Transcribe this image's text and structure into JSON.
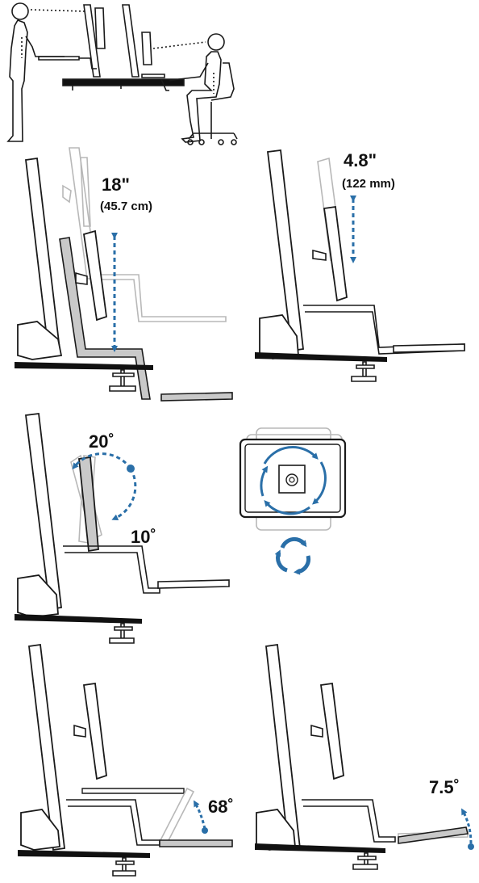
{
  "panels": {
    "height_range": {
      "value": "18\"",
      "metric": "(45.7 cm)"
    },
    "monitor_height": {
      "value": "4.8\"",
      "metric": "(122 mm)"
    },
    "monitor_tilt": {
      "up": "20˚",
      "down": "10˚"
    },
    "keyboard_tilt_up": {
      "value": "68˚"
    },
    "keyboard_tilt_down": {
      "value": "7.5˚"
    }
  },
  "colors": {
    "arrow_blue": "#2a6fa8",
    "line": "#1a1a1a",
    "ghost_line": "#b8b8b8",
    "shade_fill": "#c9c9c9",
    "desk": "#111111"
  },
  "icons": {
    "rotate": "rotate-arrows-icon",
    "pivot": "pivot-arrows-icon"
  }
}
